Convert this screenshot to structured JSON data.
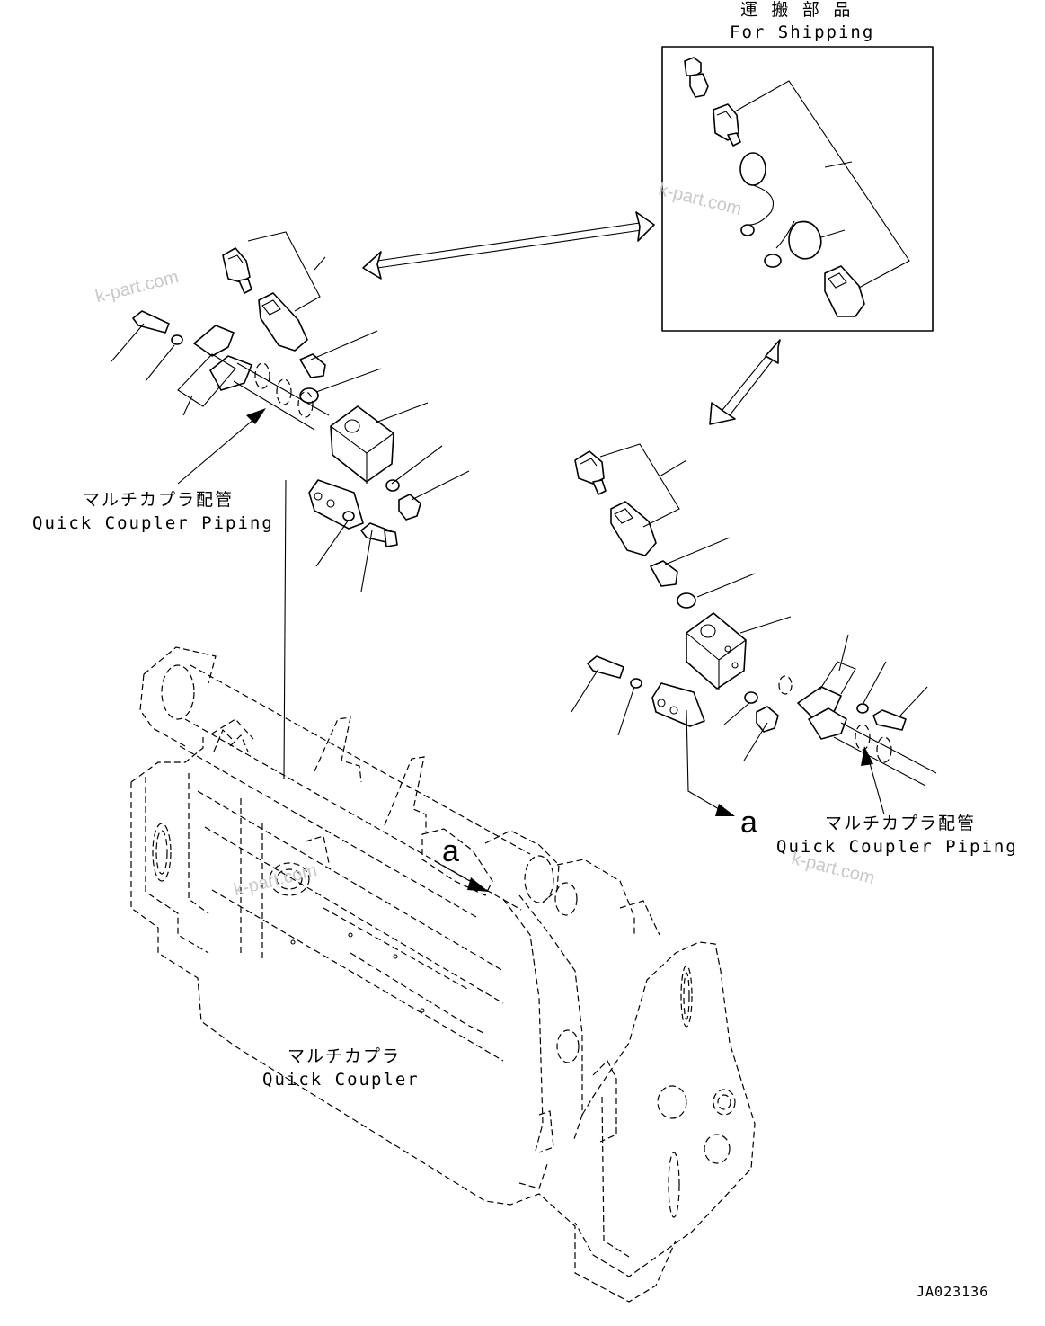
{
  "labels": {
    "shipping_jp": "運 搬 部 品",
    "shipping_en": "For Shipping",
    "piping_jp": "マルチカプラ配管",
    "piping_en": "Quick Coupler Piping",
    "coupler_jp": "マルチカプラ",
    "coupler_en": "Quick Coupler",
    "view_marker": "a",
    "drawing_code": "JA023136"
  },
  "watermarks": [
    "k-part.com",
    "k-part.com",
    "k-part.com",
    "k-part.com"
  ],
  "colors": {
    "line": "#000000",
    "background": "#ffffff",
    "watermark": "#c8c8c8"
  }
}
